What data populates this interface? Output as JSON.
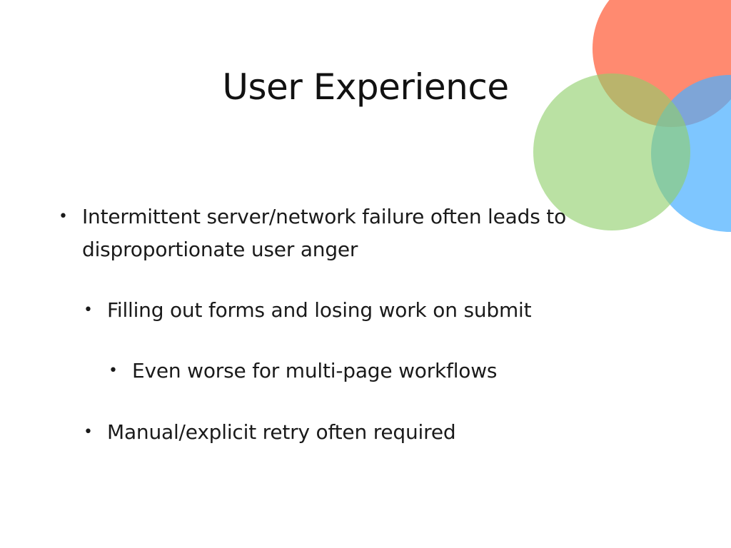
{
  "slide": {
    "title": "User Experience",
    "bullets": [
      {
        "level": 1,
        "text": "Intermittent server/network failure often leads to disproportionate user anger"
      },
      {
        "level": 2,
        "text": "Filling out forms and losing work on submit"
      },
      {
        "level": 3,
        "text": "Even worse for multi-page workflows"
      },
      {
        "level": 2,
        "text": "Manual/explicit retry often required"
      }
    ],
    "bullet_symbol": "•"
  },
  "decoration": {
    "circle_colors": [
      "#ff8a70",
      "#8fcf6a",
      "#4cb0ff"
    ]
  }
}
